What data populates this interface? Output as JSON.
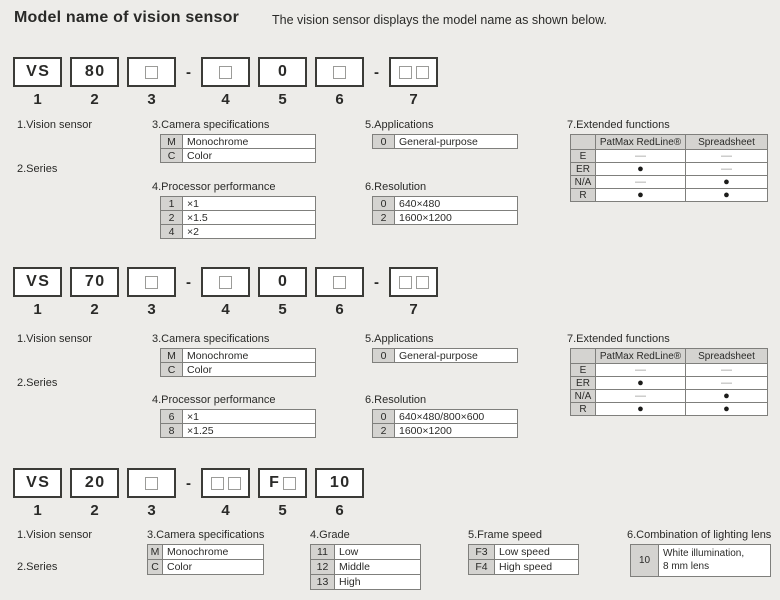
{
  "page": {
    "title": "Model name of vision sensor",
    "subtitle": "The vision sensor displays the model name as shown below."
  },
  "shared": {
    "dash": "-"
  },
  "colors": {
    "background": "#edece9",
    "box_border": "#3b3b37",
    "table_border": "#7f7f7c",
    "gray_cell": "#d4d3d0",
    "dim_dash": "#9b9b98"
  },
  "sections": {
    "vs80": {
      "model": {
        "seg1": "VS",
        "seg2": "80",
        "seg5": "0",
        "nums": [
          "1",
          "2",
          "3",
          "4",
          "5",
          "6",
          "7"
        ]
      },
      "label_vision_sensor": "1.Vision sensor",
      "label_series": "2.Series",
      "camera": {
        "title": "3.Camera specifications",
        "rows": [
          {
            "code": "M",
            "value": "Monochrome"
          },
          {
            "code": "C",
            "value": "Color"
          }
        ]
      },
      "processor": {
        "title": "4.Processor performance",
        "rows": [
          {
            "code": "1",
            "value": "×1"
          },
          {
            "code": "2",
            "value": "×1.5"
          },
          {
            "code": "4",
            "value": "×2"
          }
        ]
      },
      "applications": {
        "title": "5.Applications",
        "rows": [
          {
            "code": "0",
            "value": "General-purpose"
          }
        ]
      },
      "resolution": {
        "title": "6.Resolution",
        "rows": [
          {
            "code": "0",
            "value": "640×480"
          },
          {
            "code": "2",
            "value": "1600×1200"
          }
        ]
      },
      "extended": {
        "title": "7.Extended functions",
        "col1": "PatMax RedLine®",
        "col2": "Spreadsheet",
        "rows": [
          {
            "label": "E",
            "patmax": "—",
            "spreadsheet": "—"
          },
          {
            "label": "ER",
            "patmax": "●",
            "spreadsheet": "—"
          },
          {
            "label": "N/A",
            "patmax": "—",
            "spreadsheet": "●"
          },
          {
            "label": "R",
            "patmax": "●",
            "spreadsheet": "●"
          }
        ]
      }
    },
    "vs70": {
      "model": {
        "seg1": "VS",
        "seg2": "70",
        "seg5": "0",
        "nums": [
          "1",
          "2",
          "3",
          "4",
          "5",
          "6",
          "7"
        ]
      },
      "label_vision_sensor": "1.Vision sensor",
      "label_series": "2.Series",
      "camera": {
        "title": "3.Camera specifications",
        "rows": [
          {
            "code": "M",
            "value": "Monochrome"
          },
          {
            "code": "C",
            "value": "Color"
          }
        ]
      },
      "processor": {
        "title": "4.Processor performance",
        "rows": [
          {
            "code": "6",
            "value": "×1"
          },
          {
            "code": "8",
            "value": "×1.25"
          }
        ]
      },
      "applications": {
        "title": "5.Applications",
        "rows": [
          {
            "code": "0",
            "value": "General-purpose"
          }
        ]
      },
      "resolution": {
        "title": "6.Resolution",
        "rows": [
          {
            "code": "0",
            "value": "640×480/800×600"
          },
          {
            "code": "2",
            "value": "1600×1200"
          }
        ]
      },
      "extended": {
        "title": "7.Extended functions",
        "col1": "PatMax RedLine®",
        "col2": "Spreadsheet",
        "rows": [
          {
            "label": "E",
            "patmax": "—",
            "spreadsheet": "—"
          },
          {
            "label": "ER",
            "patmax": "●",
            "spreadsheet": "—"
          },
          {
            "label": "N/A",
            "patmax": "—",
            "spreadsheet": "●"
          },
          {
            "label": "R",
            "patmax": "●",
            "spreadsheet": "●"
          }
        ]
      }
    },
    "vs20": {
      "model": {
        "seg1": "VS",
        "seg2": "20",
        "seg5_prefix": "F",
        "seg6": "10",
        "nums": [
          "1",
          "2",
          "3",
          "4",
          "5",
          "6"
        ]
      },
      "label_vision_sensor": "1.Vision sensor",
      "label_series": "2.Series",
      "camera": {
        "title": "3.Camera specifications",
        "rows": [
          {
            "code": "M",
            "value": "Monochrome"
          },
          {
            "code": "C",
            "value": "Color"
          }
        ]
      },
      "grade": {
        "title": "4.Grade",
        "rows": [
          {
            "code": "11",
            "value": "Low"
          },
          {
            "code": "12",
            "value": "Middle"
          },
          {
            "code": "13",
            "value": "High"
          }
        ]
      },
      "frame_speed": {
        "title": "5.Frame speed",
        "rows": [
          {
            "code": "F3",
            "value": "Low speed"
          },
          {
            "code": "F4",
            "value": "High speed"
          }
        ]
      },
      "lighting": {
        "title": "6.Combination of lighting lens",
        "code": "10",
        "value_line1": "White illumination,",
        "value_line2": "8 mm lens"
      }
    }
  }
}
